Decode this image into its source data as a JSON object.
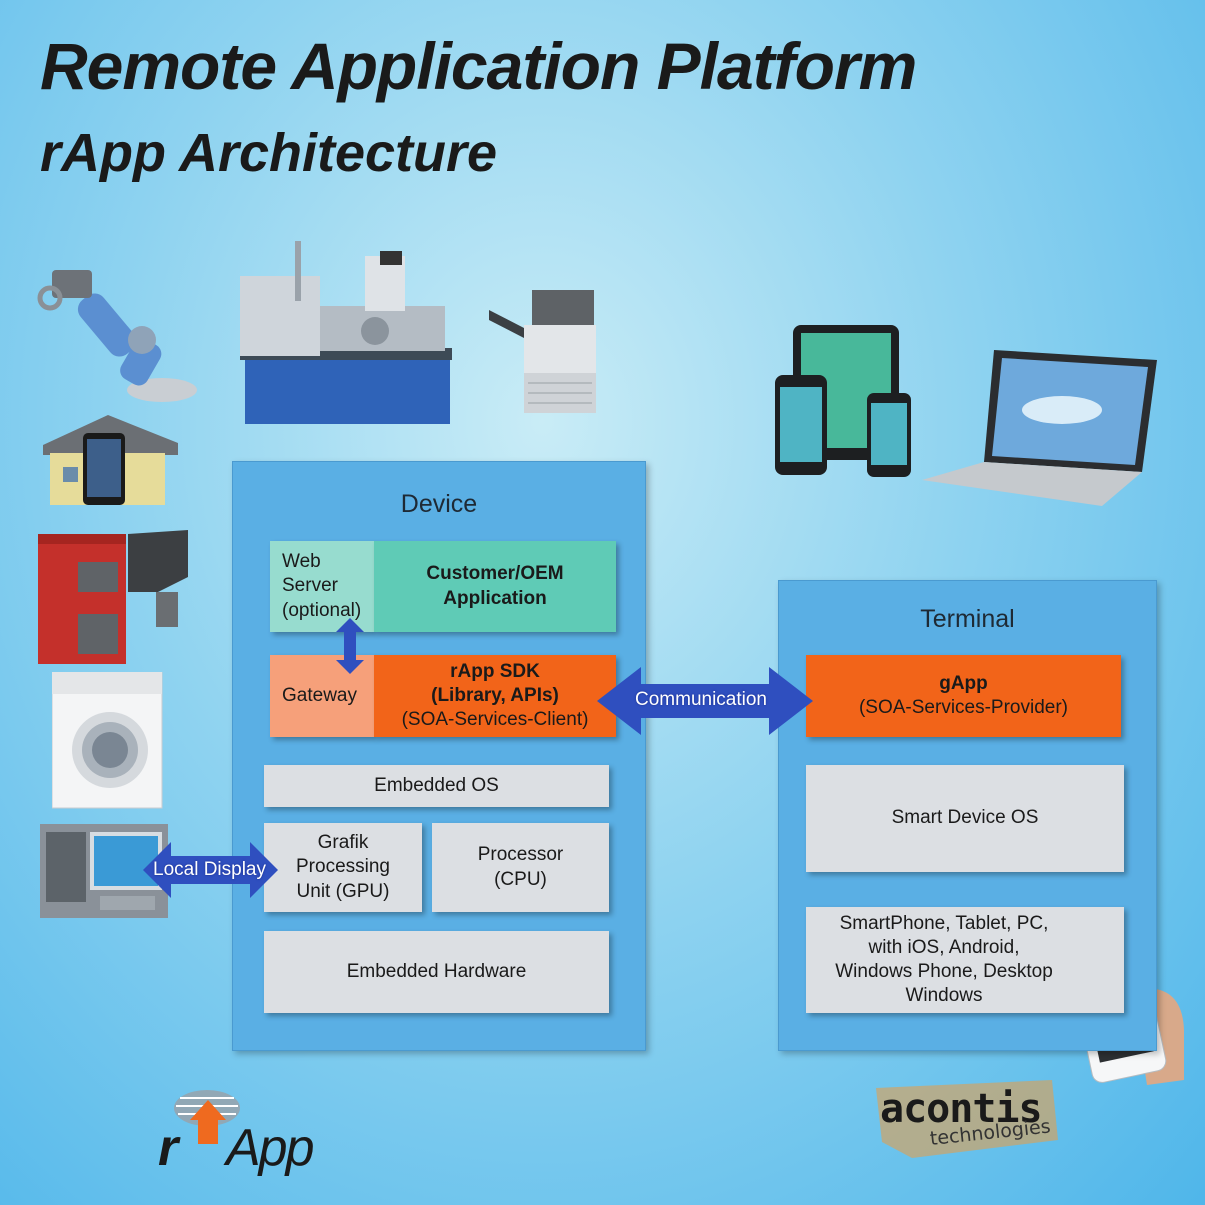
{
  "title": "Remote Application Platform",
  "subtitle": "rApp Architecture",
  "device": {
    "label": "Device",
    "web_server": "Web Server (optional)",
    "customer_app": "Customer/OEM Application",
    "gateway": "Gateway",
    "sdk_line1": "rApp SDK",
    "sdk_line2": "(Library, APIs)",
    "sdk_line3": "(SOA-Services-Client)",
    "embedded_os": "Embedded OS",
    "gpu": "Grafik Processing Unit (GPU)",
    "cpu": "Processor (CPU)",
    "embedded_hw": "Embedded Hardware"
  },
  "terminal": {
    "label": "Terminal",
    "gapp_line1": "gApp",
    "gapp_line2": "(SOA-Services-Provider)",
    "smart_os": "Smart Device OS",
    "devices_text": "SmartPhone, Tablet, PC, with iOS, Android, Windows Phone, Desktop Windows"
  },
  "arrows": {
    "communication": "Communication",
    "local_display": "Local Display"
  },
  "logos": {
    "rapp_r": "r",
    "rapp_app": "App",
    "acontis": "acontis",
    "technologies": "technologies"
  },
  "colors": {
    "panel": "#5aafe4",
    "orange": "#f26419",
    "teal": "#5fcbb6",
    "arrow": "#2f4fbf"
  }
}
